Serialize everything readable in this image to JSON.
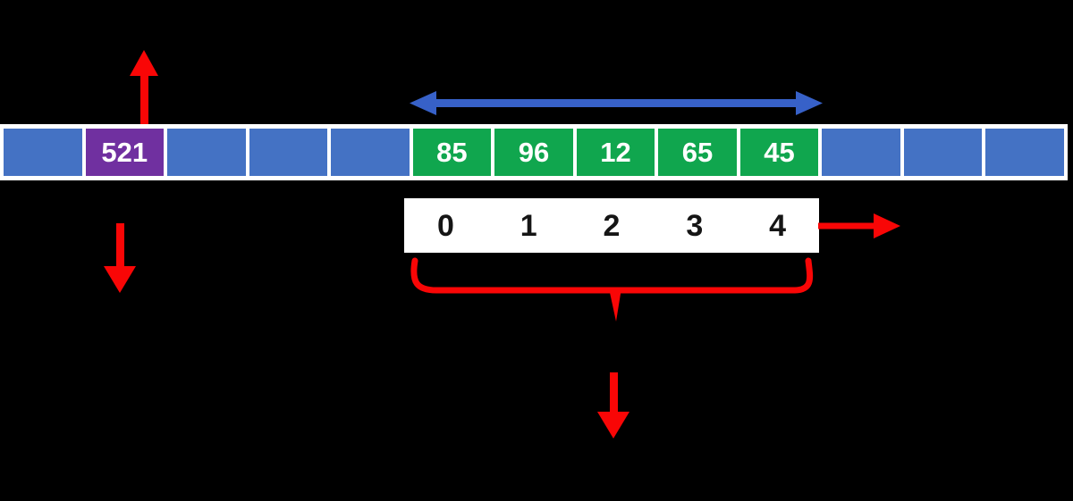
{
  "colors": {
    "background": "#000000",
    "cell_blue": "#4472C4",
    "cell_purple": "#7030A0",
    "cell_green": "#10A64E",
    "cell_text": "#FFFFFF",
    "strip_bg": "#FFFFFF",
    "index_text": "#151515",
    "arrow_red": "#F90606",
    "arrow_blue": "#3761C8"
  },
  "array_row": {
    "cells": [
      {
        "value": "",
        "type": "blue"
      },
      {
        "value": "521",
        "type": "purple"
      },
      {
        "value": "",
        "type": "blue"
      },
      {
        "value": "",
        "type": "blue"
      },
      {
        "value": "",
        "type": "blue"
      },
      {
        "value": "85",
        "type": "green"
      },
      {
        "value": "96",
        "type": "green"
      },
      {
        "value": "12",
        "type": "green"
      },
      {
        "value": "65",
        "type": "green"
      },
      {
        "value": "45",
        "type": "green"
      },
      {
        "value": "",
        "type": "blue"
      },
      {
        "value": "",
        "type": "blue"
      },
      {
        "value": "",
        "type": "blue"
      }
    ]
  },
  "index_strip": {
    "values": [
      "0",
      "1",
      "2",
      "3",
      "4"
    ]
  },
  "icons": {
    "double_arrow": "blue-double-headed-arrow",
    "up_arrow": "red-up-arrow",
    "down_arrow_left": "red-down-arrow",
    "right_arrow": "red-right-arrow",
    "underbrace": "red-underbrace-bracket",
    "down_arrow_center": "red-down-arrow"
  }
}
